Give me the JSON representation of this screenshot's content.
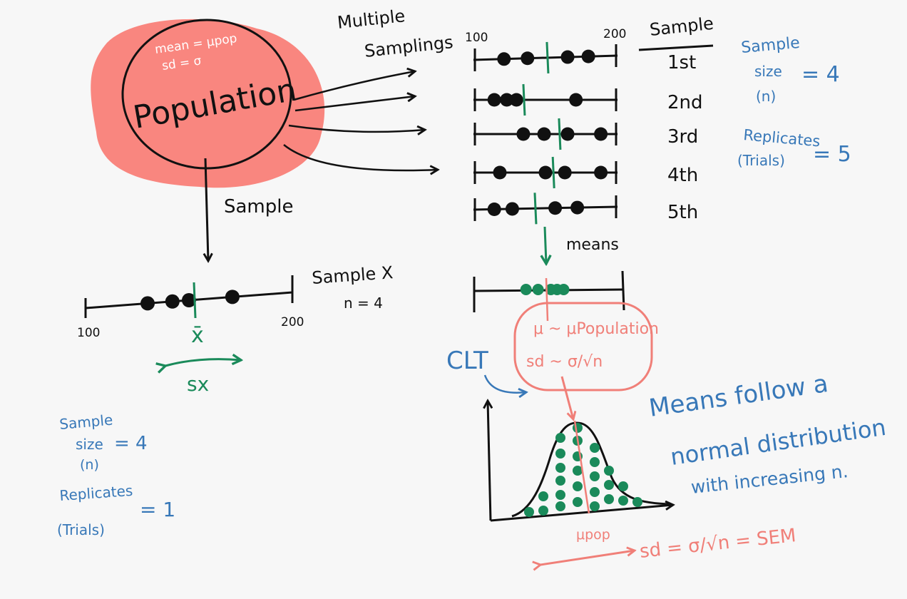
{
  "colors": {
    "ink": "#111111",
    "population_blob": "#f9867f",
    "green": "#1a8a5a",
    "blue": "#3878b8",
    "pink": "#f07f78"
  },
  "population": {
    "title": "Population",
    "mean_label": "mean = μpop",
    "sd_label": "sd = σ"
  },
  "multiple_samplings_label_1": "Multiple",
  "multiple_samplings_label_2": "Samplings",
  "sample_arrow_label": "Sample",
  "sample_x": {
    "title": "Sample X",
    "n_label": "n = 4",
    "axis_min": "100",
    "axis_max": "200",
    "mean_symbol": "x̄",
    "sd_symbol": "sx",
    "values": [
      130,
      142,
      150,
      171
    ]
  },
  "samplings": {
    "axis_min": "100",
    "axis_max": "200",
    "header": "Sample",
    "rows": [
      {
        "label": "1st",
        "values": [
          120,
          137,
          166,
          181
        ]
      },
      {
        "label": "2nd",
        "values": [
          113,
          122,
          129,
          172
        ]
      },
      {
        "label": "3rd",
        "values": [
          134,
          149,
          166,
          190
        ]
      },
      {
        "label": "4th",
        "values": [
          117,
          150,
          164,
          190
        ]
      },
      {
        "label": "5th",
        "values": [
          113,
          126,
          157,
          173
        ]
      }
    ]
  },
  "means_label": "means",
  "right_info": {
    "sample_size_1": "Sample",
    "sample_size_2": "size",
    "sample_size_value": "= 4",
    "sample_size_n": "(n)",
    "replicates_1": "Replicates",
    "replicates_2": "(Trials)",
    "replicates_value": "= 5"
  },
  "left_info": {
    "sample_size_1": "Sample",
    "sample_size_2": "size",
    "sample_size_value": "= 4",
    "sample_size_n": "(n)",
    "replicates_1": "Replicates",
    "replicates_2": "(Trials)",
    "replicates_value": "= 1"
  },
  "clt": {
    "label": "CLT",
    "mu_line": "μ ~ μPopulation",
    "sd_line": "sd ~ σ/√n"
  },
  "normal": {
    "caption_1": "Means follow a",
    "caption_2": "normal distribution",
    "caption_3": "with increasing n.",
    "mu_pop_label": "μpop",
    "sem_label": "sd = σ/√n = SEM"
  }
}
